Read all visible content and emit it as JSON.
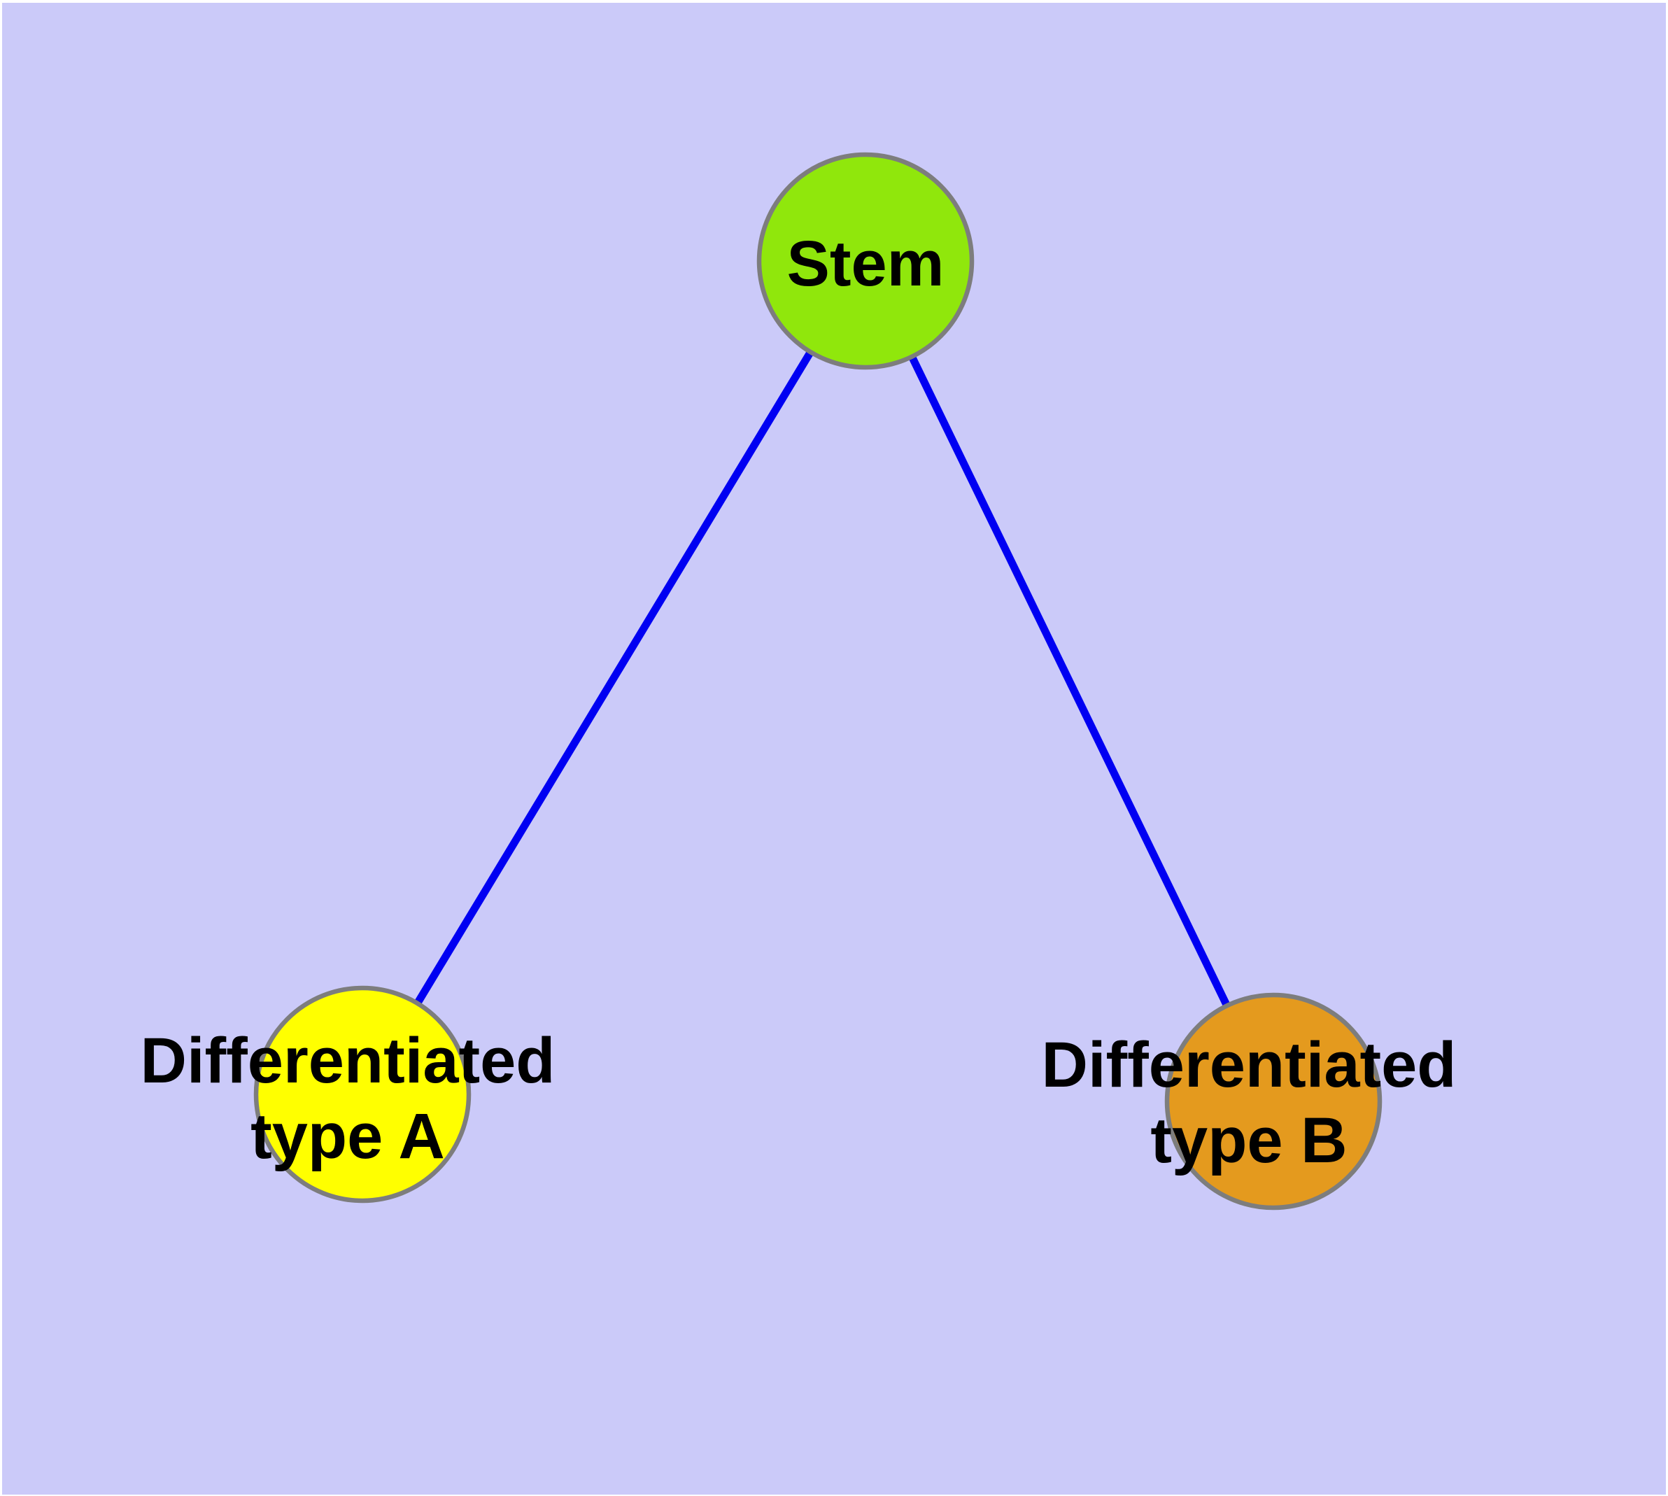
{
  "figure": {
    "background_color": "#CBCAF9",
    "frame_color": "#FFFFFF",
    "edge_color": "#0000F2",
    "node_border_color": "#7D7D7D",
    "text_color": "#000000"
  },
  "graph": {
    "type": "tree",
    "nodes": [
      {
        "id": "stem",
        "label": "Stem",
        "fill": "#90E70C"
      },
      {
        "id": "type-a",
        "label": "Differentiated type A",
        "label_line1": "Differentiated",
        "label_line2": "type A",
        "fill": "#FFFF00"
      },
      {
        "id": "type-b",
        "label": "Differentiated type B",
        "label_line1": "Differentiated",
        "label_line2": "type B",
        "fill": "#E49A1E"
      }
    ],
    "edges": [
      {
        "source": "Stem",
        "target": "Differentiated type A"
      },
      {
        "source": "Stem",
        "target": "Differentiated type B"
      }
    ]
  }
}
